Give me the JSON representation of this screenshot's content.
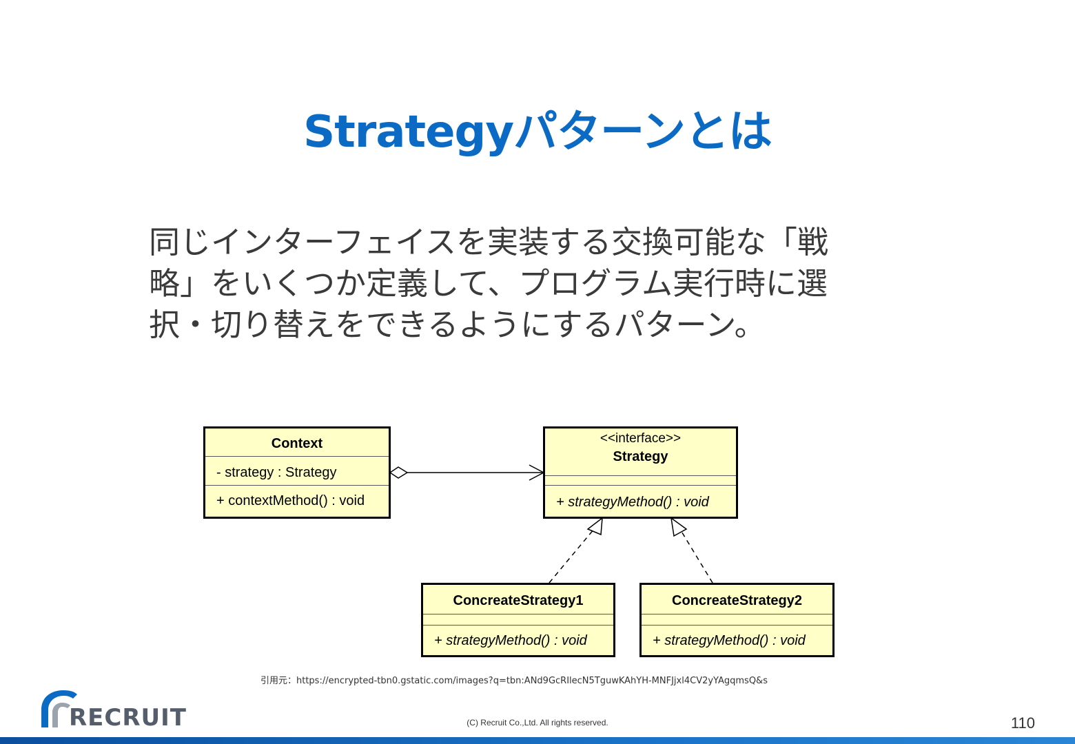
{
  "slide": {
    "title": "Strategyパターンとは",
    "body_lines": [
      "同じインターフェイスを実装する交換可能な「戦",
      "略」をいくつか定義して、プログラム実行時に選",
      "択・切り替えをできるようにするパターン。"
    ],
    "citation": "引用元：https://encrypted-tbn0.gstatic.com/images?q=tbn:ANd9GcRIlecN5TguwKAhYH-MNFJjxl4CV2yYAgqmsQ&s",
    "copyright": "(C) Recruit Co.,Ltd. All rights reserved.",
    "page_number": "110"
  },
  "uml": {
    "context": {
      "name": "Context",
      "attribute": "- strategy : Strategy",
      "operation": "+ contextMethod() : void"
    },
    "strategy": {
      "stereotype": "<<interface>>",
      "name": "Strategy",
      "operation": "+ strategyMethod() : void"
    },
    "concrete1": {
      "name": "ConcreateStrategy1",
      "operation": "+ strategyMethod() : void"
    },
    "concrete2": {
      "name": "ConcreateStrategy2",
      "operation": "+ strategyMethod() : void"
    }
  },
  "logo": {
    "text": "RECRUIT",
    "color": "#0a6ac4"
  },
  "colors": {
    "title": "#0a6ac4",
    "uml_fill": "#ffffc8",
    "bottom_bar": "#1a73c8"
  }
}
